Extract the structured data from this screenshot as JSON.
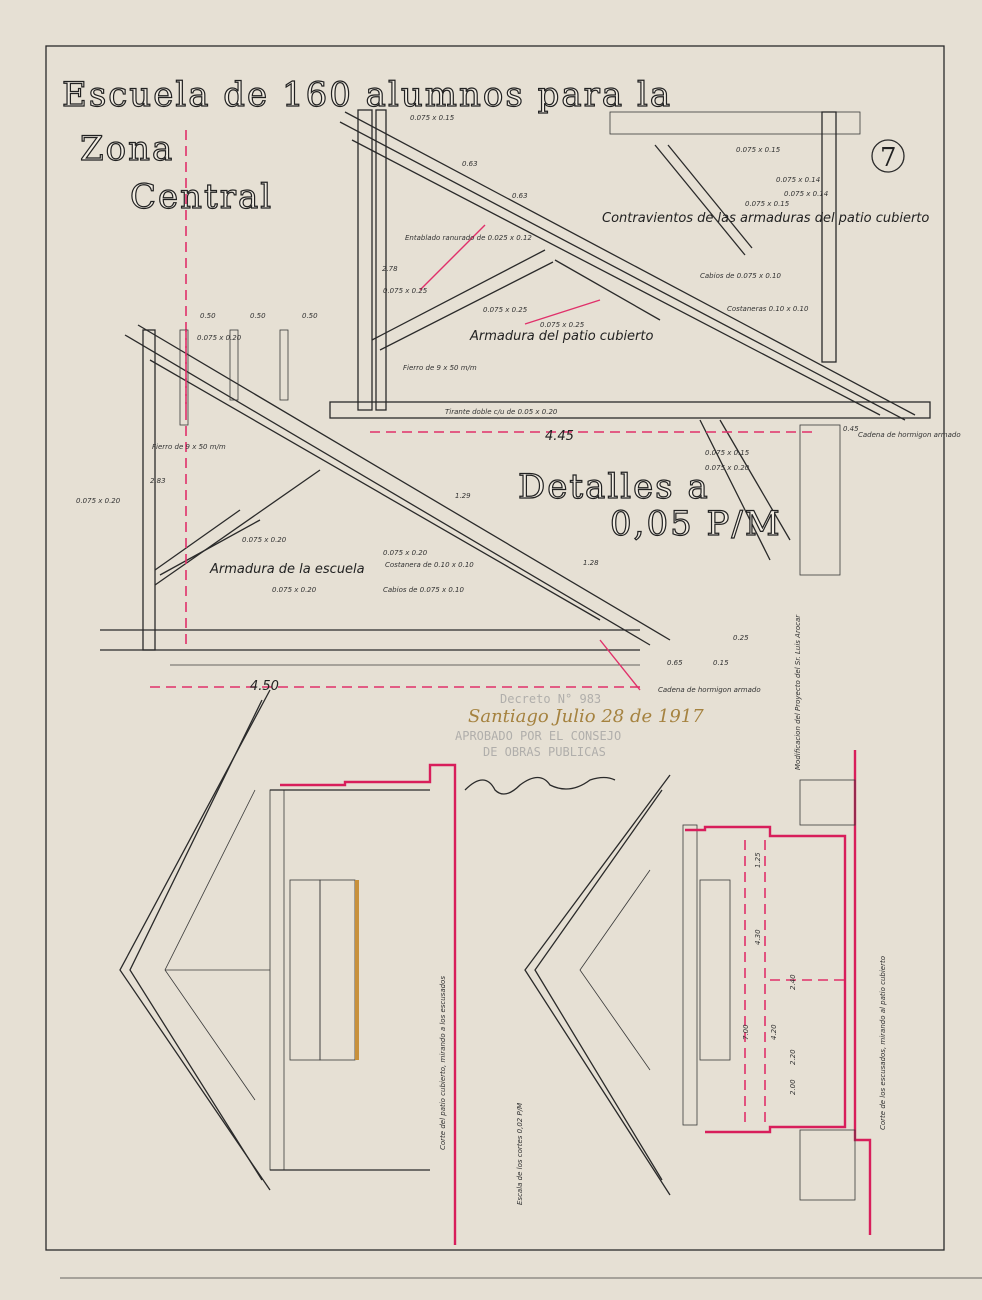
{
  "title": {
    "line1": "Escuela de 160 alumnos para la",
    "line2": "Zona",
    "line3": "Central"
  },
  "sheet_number": "7",
  "scale_title": {
    "line1": "Detalles a",
    "line2": "0,05 P/M"
  },
  "upper_truss": {
    "caption": "Armadura del patio cubierto",
    "labels": {
      "top_member": "0.075 x 0.15",
      "spacing_1": "0.63",
      "spacing_2": "0.63",
      "entablado": "Entablado ranurado de 0.025 x 0.12",
      "height": "2.78",
      "post": "0.075 x 0.25",
      "strut_1": "0.075 x 0.25",
      "strut_2": "0.075 x 0.25",
      "fierro": "Fierro de 9 x 50 m/m",
      "tirante": "Tirante doble c/u de 0.05 x 0.20",
      "span": "4.45",
      "cabios": "Cabios de 0.075 x 0.10",
      "costaneras": "Costaneras 0.10 x 0.10",
      "cadena": "Cadena de hormigon armado",
      "cadena_dim": "0.45",
      "brace_1": "0.075 x 0.15",
      "brace_2": "0.075 x 0.20"
    }
  },
  "bracing_detail": {
    "caption": "Contravientos de las armaduras del patio cubierto",
    "labels": [
      "0.075 x 0.15",
      "0.075 x 0.14",
      "0.075 x 0.14",
      "0.075 x 0.15"
    ]
  },
  "lower_truss": {
    "caption": "Armadura de la escuela",
    "labels": {
      "spacing_a": "0.50",
      "spacing_b": "0.50",
      "spacing_c": "0.50",
      "top": "0.075 x 0.20",
      "fierro": "Fierro de 9 x 50 m/m",
      "height": "2.83",
      "post": "0.075 x 0.20",
      "strut": "0.075 x 0.20",
      "tie": "0.075 x 0.20",
      "spacing_1": "1.29",
      "spacing_2": "1.28",
      "rafter": "0.075 x 0.20",
      "costanera": "Costanera de 0.10 x 0.10",
      "cabios": "Cabios de 0.075 x 0.10",
      "span": "4.50",
      "eave_h": "0.25",
      "eave_w1": "0.65",
      "eave_w2": "0.15",
      "cadena": "Cadena de hormigon armado"
    }
  },
  "stamp": {
    "line1": "Decreto N° 983",
    "line2": "Santiago Julio 28 de 1917",
    "line3": "APROBADO POR EL CONSEJO",
    "line4": "DE OBRAS PUBLICAS"
  },
  "annotations": {
    "modificacion": "Modificacion del Proyecto del Sr. Luis Arocar",
    "corte_patio": "Corte del patio cubierto, mirando a los escusados",
    "corte_escusados": "Corte de los escusados, mirando al patio cubierto",
    "escala_cortes": "Escala de los cortes 0,02 P/M"
  },
  "section_dims": [
    "1.25",
    "4.30",
    "2.40",
    "7.00",
    "4.20",
    "2.20",
    "2.00"
  ]
}
